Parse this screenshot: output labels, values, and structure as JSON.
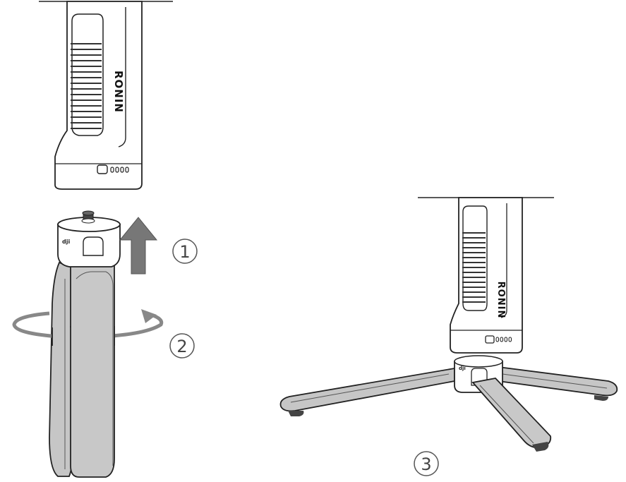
{
  "brand": "RONIN",
  "steps": [
    {
      "number": "1",
      "symbol": "①"
    },
    {
      "number": "2",
      "symbol": "②"
    },
    {
      "number": "3",
      "symbol": "③"
    }
  ],
  "colors": {
    "outline": "#222222",
    "body_fill": "#ffffff",
    "grip_fill": "#c8c8c8",
    "arrow_fill": "#777777",
    "label_color": "#444444"
  },
  "icons": {
    "step_1": "up-arrow-icon",
    "step_2": "rotate-arrow-icon"
  }
}
